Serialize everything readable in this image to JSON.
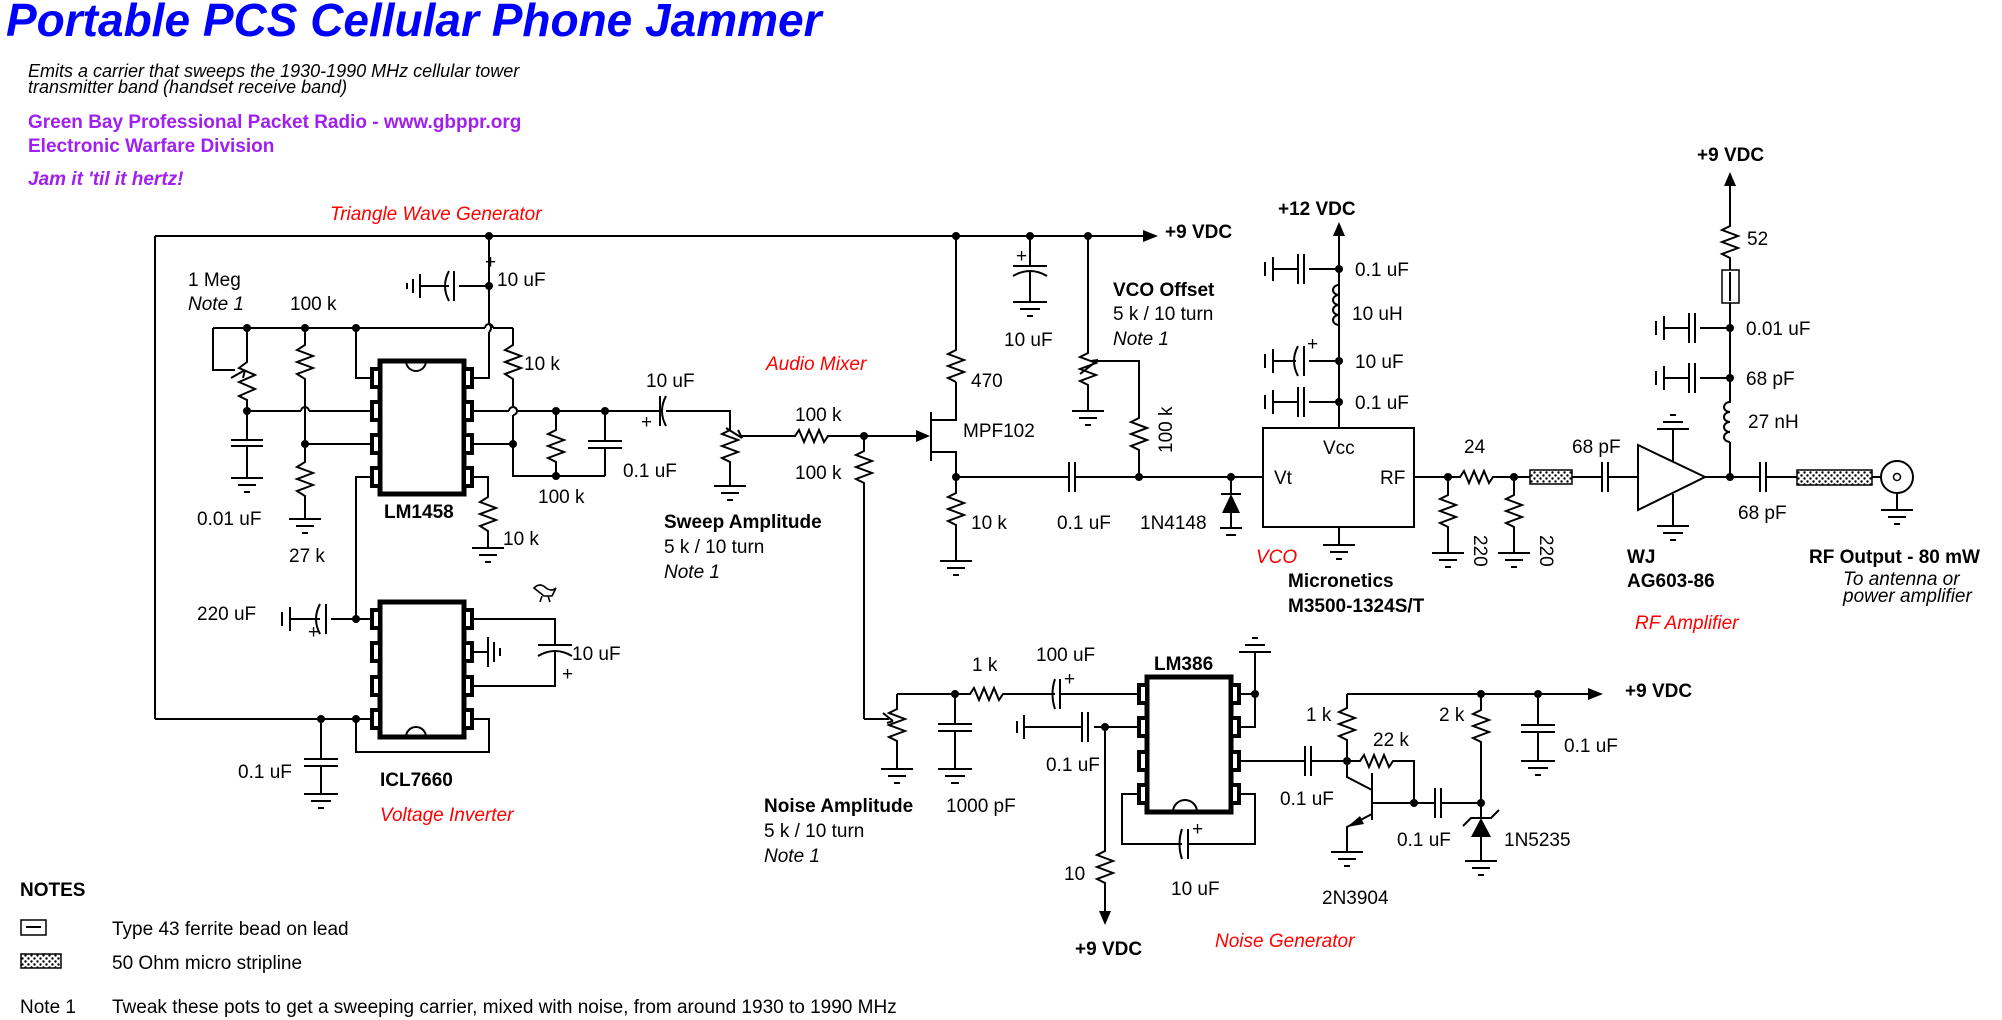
{
  "header": {
    "title": "Portable PCS Cellular Phone Jammer",
    "description_line1": " Emits a carrier that sweeps the 1930-1990 MHz cellular tower",
    "description_line2": "transmitter band (handset receive band)",
    "org_line": "Green Bay Professional Packet Radio - www.gbppr.org",
    "division_line": "Electronic Warfare Division",
    "slogan": "Jam it 'til it hertz!"
  },
  "colors": {
    "title": "#0000ff",
    "org": "#a020f0",
    "section_label": "#ff0000",
    "wire": "#000000"
  },
  "sections": {
    "triangle_wave": "Triangle Wave Generator",
    "audio_mixer": "Audio Mixer",
    "vco": "VCO",
    "rf_amplifier": "RF Amplifier",
    "voltage_inverter": "Voltage Inverter",
    "noise_generator": "Noise Generator"
  },
  "supplies": {
    "rail_9v_top": "+9 VDC",
    "rail_12v": "+12 VDC",
    "rail_9v_rf": "+9 VDC",
    "rail_9v_noise": "+9 VDC",
    "rail_9v_lm386": "+9 VDC"
  },
  "triangle_gen": {
    "pot_value": "1 Meg",
    "pot_note": "Note 1",
    "r_100k": "100 k",
    "c_10uF_top": "10 uF",
    "r_10k_fb": "10 k",
    "c_001uF": "0.01 uF",
    "r_27k": "27 k",
    "ic": "LM1458",
    "r_10k_gnd": "10 k",
    "r_100k_bot": "100 k",
    "c_01uF": "0.1 uF",
    "c_10uF_couple": "10 uF"
  },
  "mixer": {
    "sweep_title": "Sweep Amplitude",
    "sweep_spec": "5 k / 10 turn",
    "sweep_note": "Note 1",
    "r_series": "100 k",
    "r_shunt": "100 k",
    "r_drain": "470",
    "fet": "MPF102",
    "r_source": "10 k",
    "c_bypass": "10 uF",
    "c_out": "0.1 uF",
    "vco_offset_title": "VCO Offset",
    "vco_offset_spec": "5 k / 10 turn",
    "vco_offset_note": "Note 1",
    "r_offset": "100 k",
    "diode": "1N4148"
  },
  "vco": {
    "c1": "0.1 uF",
    "l1": "10 uH",
    "c2": "10 uF",
    "c3": "0.1 uF",
    "pin_vcc": "Vcc",
    "pin_vt": "Vt",
    "pin_rf": "RF",
    "maker": "Micronetics",
    "part": "M3500-1324S/T",
    "r_series": "24",
    "r_shunt1": "220",
    "r_shunt2": "220"
  },
  "rf_amp": {
    "c_in": "68 pF",
    "maker": "WJ",
    "part": "AG603-86",
    "r_bias": "52",
    "c_bias1": "0.01 uF",
    "c_bias2": "68 pF",
    "l_choke": "27 nH",
    "c_out": "68 pF",
    "output_title": "RF Output - 80 mW",
    "output_sub1": "To antenna or",
    "output_sub2": "power amplifier"
  },
  "inverter": {
    "c_in": "220 uF",
    "c_pump": "10 uF",
    "c_bypass": "0.1 uF",
    "ic": "ICL7660"
  },
  "noise": {
    "pot_title": "Noise Amplitude",
    "pot_spec": "5 k / 10 turn",
    "pot_note": "Note 1",
    "c_filter": "1000 pF",
    "r_1k": "1 k",
    "c_100uF": "100 uF",
    "ic": "LM386",
    "c_01uF_in": "0.1 uF",
    "r_10": "10",
    "c_10uF_gain": "10 uF",
    "c_01uF_out": "0.1 uF",
    "r_1k_coll": "1 k",
    "r_22k": "22 k",
    "r_2k": "2 k",
    "c_01uF_zener": "0.1 uF",
    "zener": "1N5235",
    "transistor": "2N3904",
    "c_01uF_rail": "0.1 uF"
  },
  "notes": {
    "heading": "NOTES",
    "ferrite_desc": "Type 43 ferrite bead on lead",
    "stripline_desc": "50 Ohm micro stripline",
    "note1_label": "Note 1",
    "note1_text": "Tweak these pots to get a sweeping carrier, mixed with noise, from around 1930 to 1990 MHz"
  }
}
